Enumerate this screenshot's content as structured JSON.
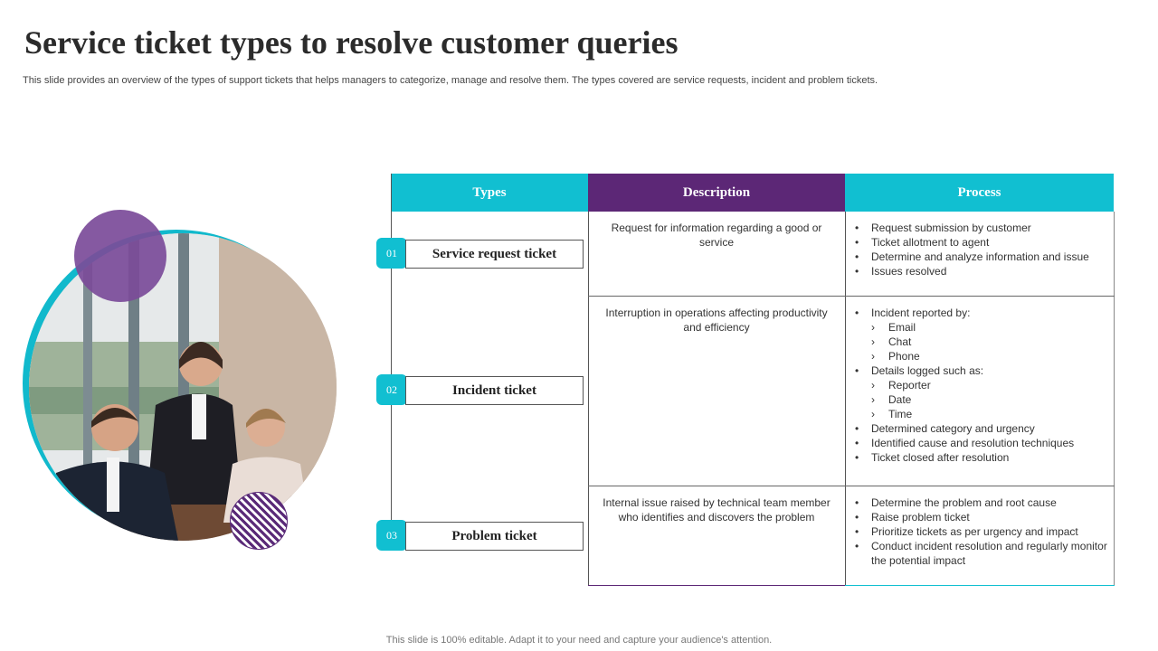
{
  "title": "Service ticket types to resolve customer queries",
  "subtitle": "This slide provides an overview of the types of support tickets that helps managers to categorize, manage and resolve them. The types covered are service requests, incident and problem tickets.",
  "footer": "This slide is 100% editable. Adapt it to your need and capture your audience's attention.",
  "colors": {
    "teal": "#11bfd1",
    "purple": "#5c2776",
    "light_purple": "#7b4b99"
  },
  "table": {
    "headers": {
      "types": "Types",
      "description": "Description",
      "process": "Process"
    },
    "rows": [
      {
        "number": "01",
        "type": "Service request ticket",
        "description": "Request for information regarding a good or service",
        "process": [
          "Request submission by customer",
          "Ticket allotment to agent",
          "Determine and analyze information and issue",
          "Issues resolved"
        ]
      },
      {
        "number": "02",
        "type": "Incident ticket",
        "description": "Interruption in operations affecting productivity and efficiency",
        "process": [
          "Incident reported by:",
          "Email",
          "Chat",
          "Phone",
          "Details logged such as:",
          "Reporter",
          "Date",
          "Time",
          "Determined category and urgency",
          "Identified cause and resolution techniques",
          "Ticket closed after resolution"
        ]
      },
      {
        "number": "03",
        "type": "Problem ticket",
        "description": "Internal issue raised by technical team member who identifies and discovers the problem",
        "process": [
          "Determine the problem and root cause",
          "Raise problem ticket",
          "Prioritize tickets as per urgency and impact",
          "Conduct incident resolution and regularly monitor the potential impact"
        ]
      }
    ]
  }
}
